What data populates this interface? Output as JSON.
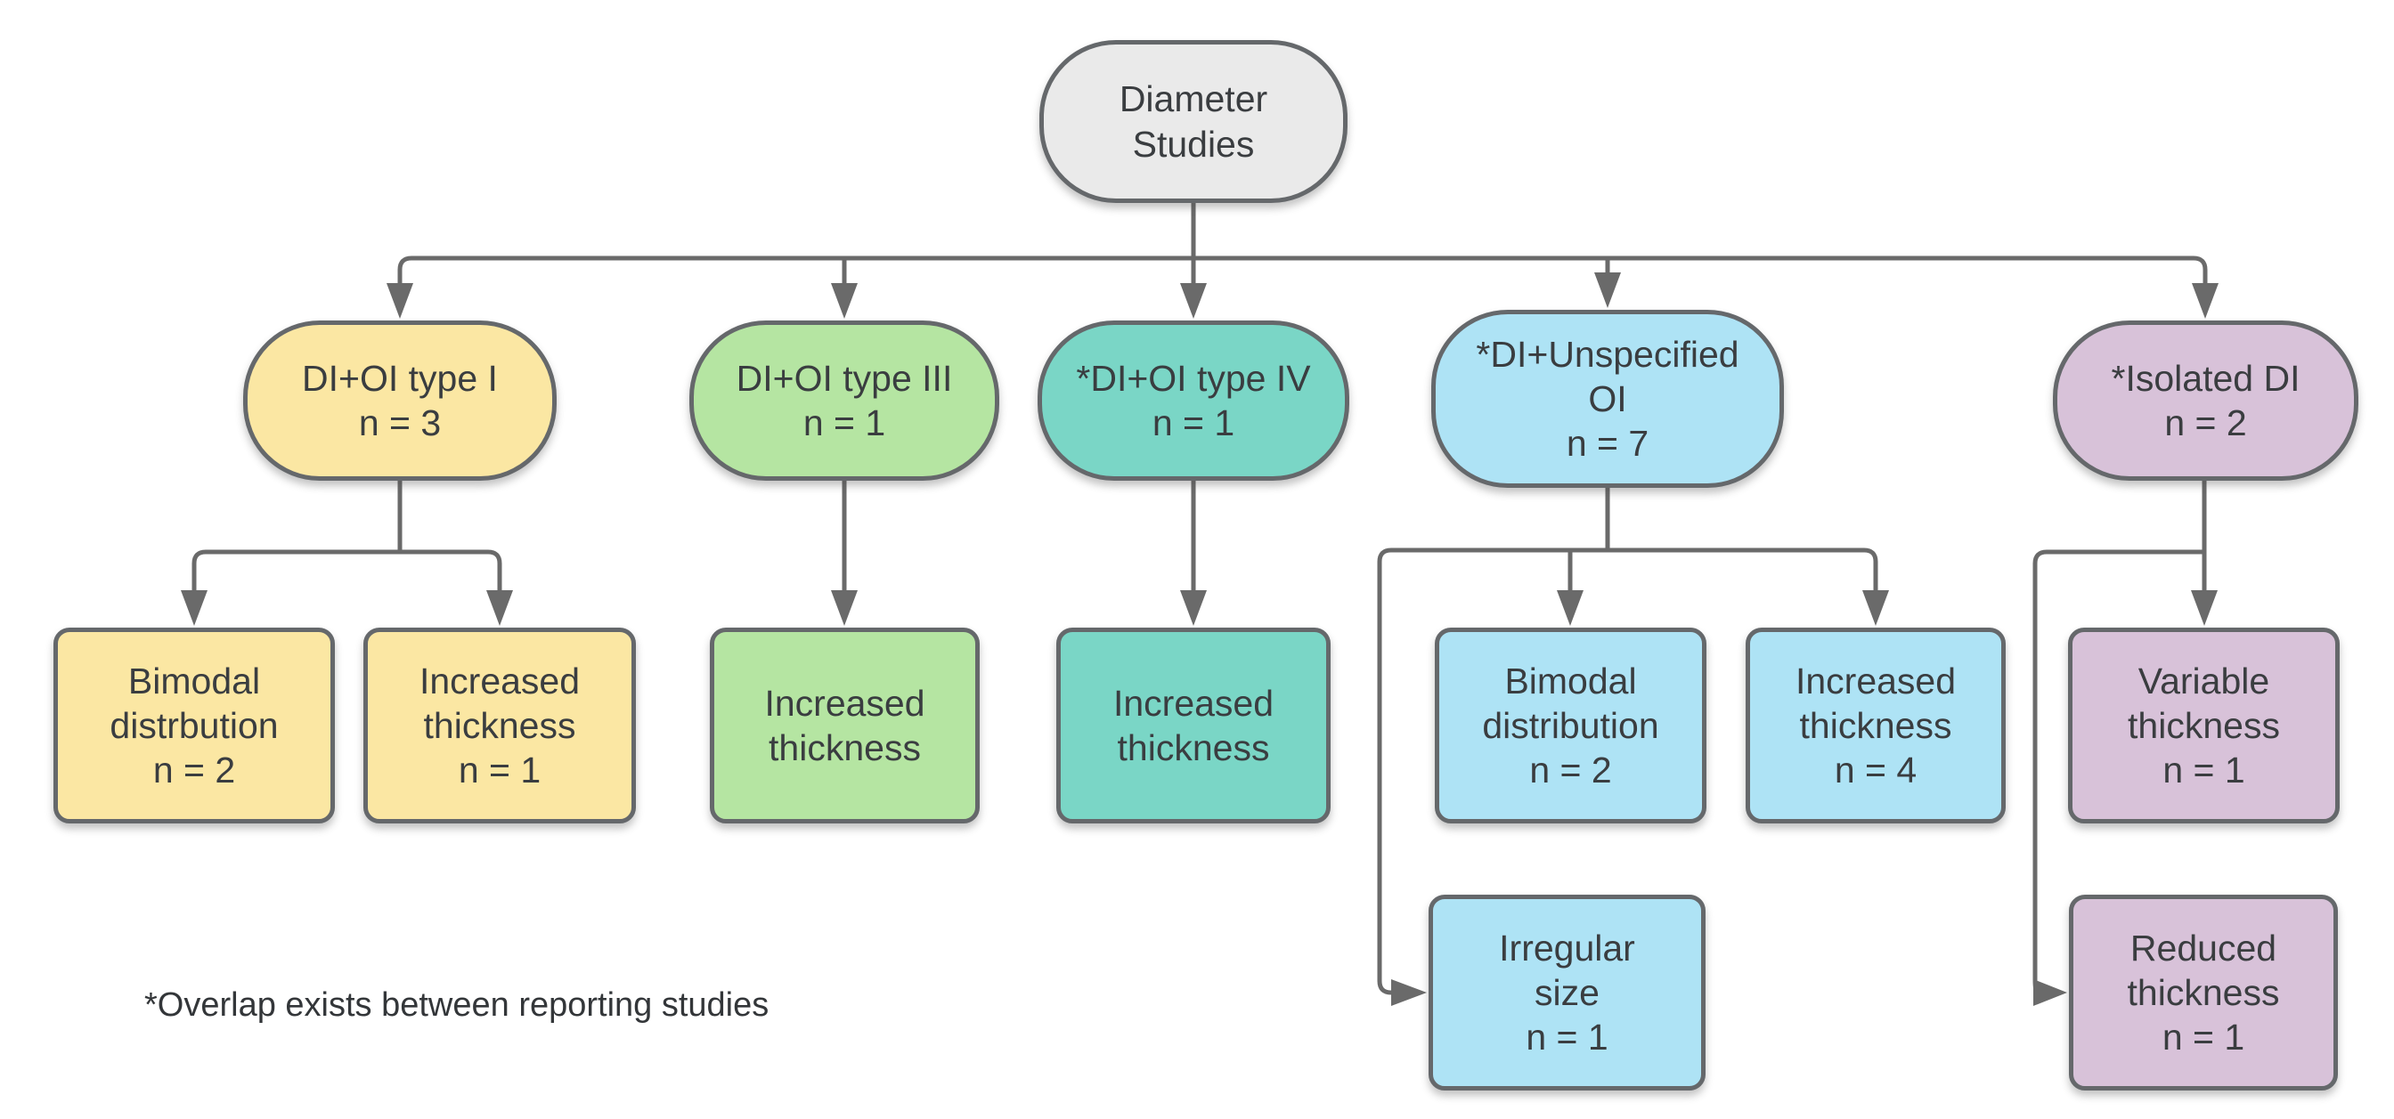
{
  "diagram": {
    "root": {
      "label": "Diameter\nStudies",
      "fill": "#EAEAEA"
    },
    "branches": [
      {
        "label": "DI+OI type I",
        "count": "n = 3",
        "fill": "#FBE7A3",
        "children": [
          {
            "label": "Bimodal\ndistrbution",
            "count": "n = 2"
          },
          {
            "label": "Increased\nthickness",
            "count": "n = 1"
          }
        ]
      },
      {
        "label": "DI+OI type III",
        "count": "n = 1",
        "fill": "#B5E5A2",
        "children": [
          {
            "label": "Increased\nthickness"
          }
        ]
      },
      {
        "label": "*DI+OI type IV",
        "count": "n = 1",
        "fill": "#7AD6C6",
        "children": [
          {
            "label": "Increased\nthickness"
          }
        ]
      },
      {
        "label": "*DI+Unspecified\nOI",
        "count": "n = 7",
        "fill": "#AEE3F5",
        "children": [
          {
            "label": "Bimodal\ndistribution",
            "count": "n = 2"
          },
          {
            "label": "Increased\nthickness",
            "count": "n = 4"
          },
          {
            "label": "Irregular\nsize",
            "count": "n = 1"
          }
        ]
      },
      {
        "label": "*Isolated DI",
        "count": "n = 2",
        "fill": "#D8C2D9",
        "children": [
          {
            "label": "Variable\nthickness",
            "count": "n = 1"
          },
          {
            "label": "Reduced\nthickness",
            "count": "n = 1"
          }
        ]
      }
    ],
    "footnote": "*Overlap exists between reporting studies",
    "colors": {
      "border": "#65686B",
      "connector": "#6A6A6A",
      "text": "#3A3D40",
      "background": "#FFFFFF"
    }
  }
}
